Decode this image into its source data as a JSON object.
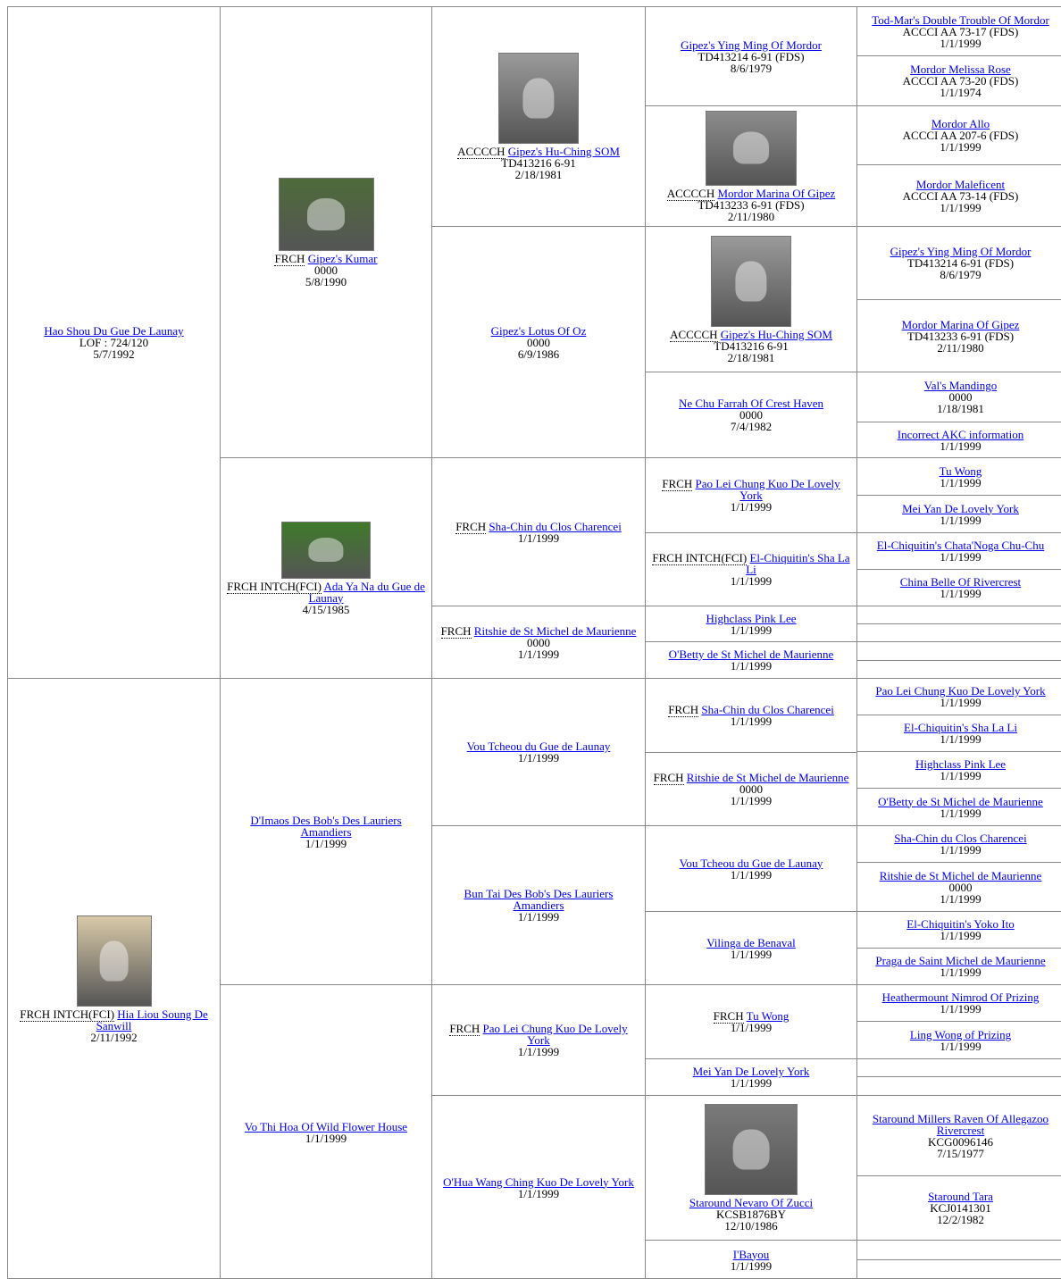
{
  "pedigree": [
    {
      "key": "subject",
      "title": "",
      "name": "Hao Shou Du Gue De Launay",
      "lines": [
        "LOF : 724/120",
        "5/7/1992"
      ],
      "photo": "dog-photo-standing-dressed",
      "photo_color": "#b59a6e"
    },
    {
      "key": "sire",
      "title": "FRCH",
      "name": "Gipez's Kumar",
      "lines": [
        "0000",
        "5/8/1990"
      ],
      "photo": "dog-photo-hairless-grass",
      "photo_color": "#4e6b3a"
    },
    {
      "key": "dam",
      "title": "FRCH INTCH(FCI)",
      "name": "Ada Ya Na du Gue de Launay",
      "lines": [
        "4/15/1985"
      ],
      "photo": "dog-photo-lying-grass",
      "photo_color": "#3f7a2a"
    },
    {
      "key": "g1",
      "title": "ACCCCH",
      "name": "Gipez's Hu-Ching SOM",
      "lines": [
        "TD413216 6-91",
        "2/18/1981"
      ],
      "photo": "dog-photo-magazine-page",
      "photo_color": "#9a9a9a"
    },
    {
      "key": "g2",
      "title": "",
      "name": "Gipez's Lotus Of Oz",
      "lines": [
        "0000",
        "6/9/1986"
      ]
    },
    {
      "key": "g3",
      "title": "FRCH",
      "name": "Sha-Chin du Clos Charencei",
      "lines": [
        "1/1/1999"
      ]
    },
    {
      "key": "g4",
      "title": "FRCH",
      "name": "Ritshie de St Michel de Maurienne",
      "lines": [
        "0000",
        "1/1/1999"
      ]
    },
    {
      "key": "h1",
      "title": "",
      "name": "Gipez's Ying Ming Of Mordor",
      "lines": [
        "TD413214 6-91 (FDS)",
        "8/6/1979"
      ]
    },
    {
      "key": "h2",
      "title": "ACCCCH",
      "name": "Mordor Marina Of Gipez",
      "lines": [
        "TD413233 6-91 (FDS)",
        "2/11/1980"
      ],
      "photo": "dog-photo-bw-outdoor",
      "photo_color": "#8c8c8c"
    },
    {
      "key": "h3",
      "title": "ACCCCH",
      "name": "Gipez's Hu-Ching SOM",
      "lines": [
        "TD413216 6-91",
        "2/18/1981"
      ],
      "photo": "dog-photo-magazine-page",
      "photo_color": "#9a9a9a"
    },
    {
      "key": "h4",
      "title": "",
      "name": "Ne Chu Farrah Of Crest Haven",
      "lines": [
        "0000",
        "7/4/1982"
      ]
    },
    {
      "key": "h5",
      "title": "FRCH",
      "name": "Pao Lei Chung Kuo De Lovely York",
      "lines": [
        "1/1/1999"
      ]
    },
    {
      "key": "h6",
      "title": "FRCH INTCH(FCI)",
      "name": "El-Chiquitin's Sha La Li",
      "lines": [
        "1/1/1999"
      ]
    },
    {
      "key": "h7",
      "title": "",
      "name": "Highclass Pink Lee",
      "lines": [
        "1/1/1999"
      ]
    },
    {
      "key": "h8",
      "title": "",
      "name": "O'Betty de St Michel de Maurienne",
      "lines": [
        "1/1/1999"
      ]
    },
    {
      "key": "i1",
      "title": "",
      "name": "Tod-Mar's Double Trouble Of Mordor",
      "lines": [
        "ACCCI AA 73-17 (FDS)",
        "1/1/1999"
      ]
    },
    {
      "key": "i2",
      "title": "",
      "name": "Mordor Melissa Rose",
      "lines": [
        "ACCCI AA 73-20 (FDS)",
        "1/1/1974"
      ]
    },
    {
      "key": "i3",
      "title": "",
      "name": "Mordor Allo",
      "lines": [
        "ACCCI AA 207-6 (FDS)",
        "1/1/1999"
      ]
    },
    {
      "key": "i4",
      "title": "",
      "name": "Mordor Maleficent",
      "lines": [
        "ACCCI AA 73-14 (FDS)",
        "1/1/1999"
      ]
    },
    {
      "key": "i5",
      "title": "",
      "name": "Gipez's Ying Ming Of Mordor",
      "lines": [
        "TD413214 6-91 (FDS)",
        "8/6/1979"
      ]
    },
    {
      "key": "i6",
      "title": "",
      "name": "Mordor Marina Of Gipez",
      "lines": [
        "TD413233 6-91 (FDS)",
        "2/11/1980"
      ]
    },
    {
      "key": "i7",
      "title": "",
      "name": "Val's Mandingo",
      "lines": [
        "0000",
        "1/18/1981"
      ]
    },
    {
      "key": "i8",
      "title": "",
      "name": "Incorrect AKC information",
      "lines": [
        "1/1/1999"
      ]
    },
    {
      "key": "i9",
      "title": "",
      "name": "Tu Wong",
      "lines": [
        "1/1/1999"
      ]
    },
    {
      "key": "i10",
      "title": "",
      "name": "Mei Yan De Lovely York",
      "lines": [
        "1/1/1999"
      ]
    },
    {
      "key": "i11",
      "title": "",
      "name": "El-Chiquitin's Chata'Noga Chu-Chu",
      "lines": [
        "1/1/1999"
      ]
    },
    {
      "key": "i12",
      "title": "",
      "name": "China Belle Of Rivercrest",
      "lines": [
        "1/1/1999"
      ]
    },
    {
      "key": "dam2",
      "title": "FRCH INTCH(FCI)",
      "name": "Hia Liou Soung De Sanwill",
      "lines": [
        "2/11/1992"
      ],
      "photo": "dog-photo-powderpuff-cream",
      "photo_color": "#d8c9a8"
    },
    {
      "key": "k1",
      "title": "",
      "name": "D'Imaos Des Bob's Des Lauriers Amandiers",
      "lines": [
        "1/1/1999"
      ]
    },
    {
      "key": "k2",
      "title": "",
      "name": "Vo Thi Hoa Of Wild Flower House",
      "lines": [
        "1/1/1999"
      ]
    },
    {
      "key": "l1",
      "title": "",
      "name": "Vou Tcheou du Gue de Launay",
      "lines": [
        "1/1/1999"
      ]
    },
    {
      "key": "l2",
      "title": "",
      "name": "Bun Tai Des Bob's Des Lauriers Amandiers",
      "lines": [
        "1/1/1999"
      ]
    },
    {
      "key": "l3",
      "title": "FRCH",
      "name": "Pao Lei Chung Kuo De Lovely York",
      "lines": [
        "1/1/1999"
      ]
    },
    {
      "key": "l4",
      "title": "",
      "name": "O'Hua Wang Ching Kuo De Lovely York",
      "lines": [
        "1/1/1999"
      ]
    },
    {
      "key": "m1",
      "title": "FRCH",
      "name": "Sha-Chin du Clos Charencei",
      "lines": [
        "1/1/1999"
      ]
    },
    {
      "key": "m2",
      "title": "FRCH",
      "name": "Ritshie de St Michel de Maurienne",
      "lines": [
        "0000",
        "1/1/1999"
      ]
    },
    {
      "key": "m3",
      "title": "",
      "name": "Vou Tcheou du Gue de Launay",
      "lines": [
        "1/1/1999"
      ]
    },
    {
      "key": "m4",
      "title": "",
      "name": "Vilinga de Benaval",
      "lines": [
        "1/1/1999"
      ]
    },
    {
      "key": "m5",
      "title": "FRCH",
      "name": "Tu Wong",
      "lines": [
        "1/1/1999"
      ]
    },
    {
      "key": "m6",
      "title": "",
      "name": "Mei Yan De Lovely York",
      "lines": [
        "1/1/1999"
      ]
    },
    {
      "key": "m7",
      "title": "",
      "name": "Staround Nevaro Of Zucci",
      "lines": [
        "KCSB1876BY",
        "12/10/1986"
      ],
      "photo": "dog-photo-bw-crested-show",
      "photo_color": "#7a7a7a"
    },
    {
      "key": "m8",
      "title": "",
      "name": "I'Bayou",
      "lines": [
        "1/1/1999"
      ]
    },
    {
      "key": "n1",
      "title": "",
      "name": "Pao Lei Chung Kuo De Lovely York",
      "lines": [
        "1/1/1999"
      ]
    },
    {
      "key": "n2",
      "title": "",
      "name": "El-Chiquitin's Sha La Li",
      "lines": [
        "1/1/1999"
      ]
    },
    {
      "key": "n3",
      "title": "",
      "name": "Highclass Pink Lee",
      "lines": [
        "1/1/1999"
      ]
    },
    {
      "key": "n4",
      "title": "",
      "name": "O'Betty de St Michel de Maurienne",
      "lines": [
        "1/1/1999"
      ]
    },
    {
      "key": "n5",
      "title": "",
      "name": "Sha-Chin du Clos Charencei",
      "lines": [
        "1/1/1999"
      ]
    },
    {
      "key": "n6",
      "title": "",
      "name": "Ritshie de St Michel de Maurienne",
      "lines": [
        "0000",
        "1/1/1999"
      ]
    },
    {
      "key": "n7",
      "title": "",
      "name": "El-Chiquitin's Yoko Ito",
      "lines": [
        "1/1/1999"
      ]
    },
    {
      "key": "n8",
      "title": "",
      "name": "Praga de Saint Michel de Maurienne",
      "lines": [
        "1/1/1999"
      ]
    },
    {
      "key": "n9",
      "title": "",
      "name": "Heathermount Nimrod Of Prizing",
      "lines": [
        "1/1/1999"
      ]
    },
    {
      "key": "n10",
      "title": "",
      "name": "Ling Wong of Prizing",
      "lines": [
        "1/1/1999"
      ]
    },
    {
      "key": "n11",
      "title": "",
      "name": "Staround Millers Raven Of Allegazoo Rivercrest",
      "lines": [
        "KCG0096146",
        "7/15/1977"
      ]
    },
    {
      "key": "n12",
      "title": "",
      "name": "Staround Tara",
      "lines": [
        "KCJ0141301",
        "12/2/1982"
      ]
    }
  ]
}
